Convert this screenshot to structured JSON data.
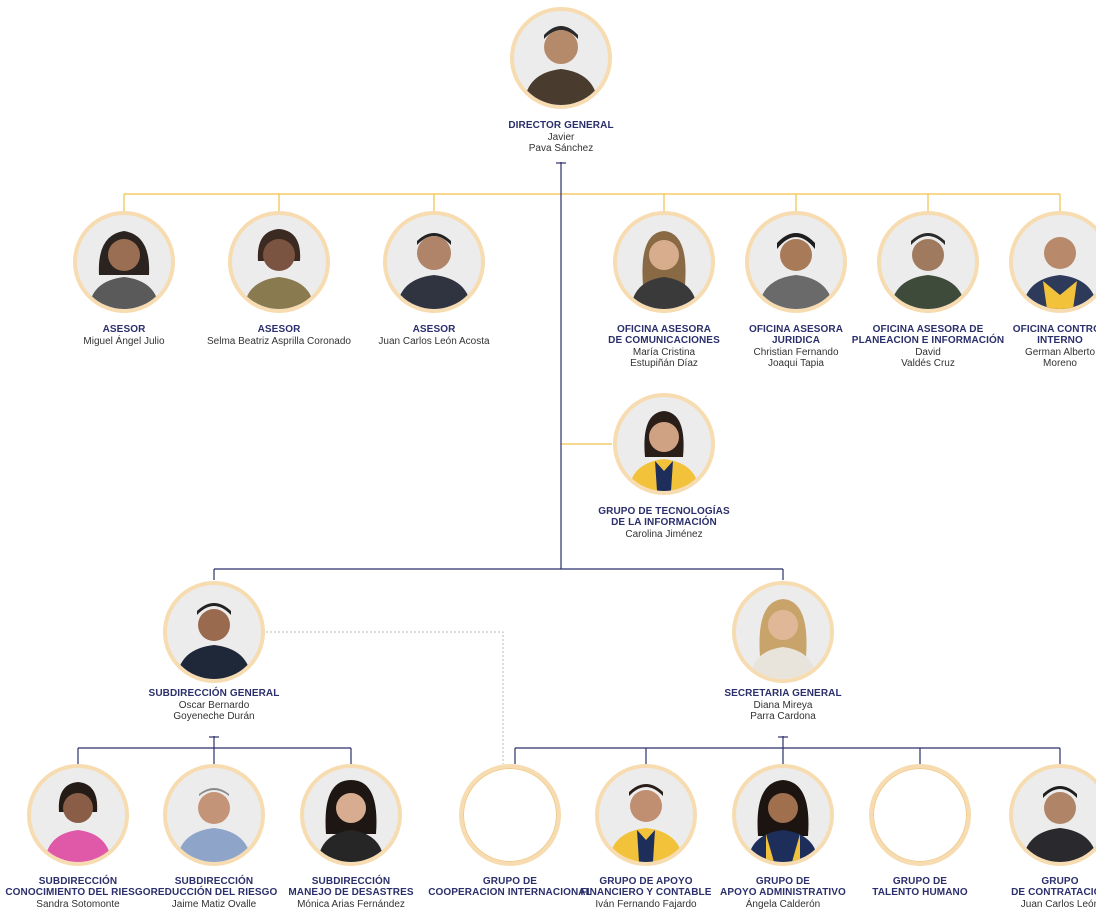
{
  "colors": {
    "accent_line": "#f0c24a",
    "main_line": "#2b2f6b",
    "photo_ring": "#f6dcb0",
    "role_text": "#2b2f6b"
  },
  "nodes": {
    "director": {
      "role": "DIRECTOR GENERAL",
      "name": "Javier\nPava Sánchez",
      "icon": "portrait-icon"
    },
    "asesor1": {
      "role": "ASESOR",
      "name": "Miguel Ángel Julio",
      "icon": "portrait-icon"
    },
    "asesor2": {
      "role": "ASESOR",
      "name": "Selma Beatriz Asprilla Coronado",
      "icon": "portrait-icon"
    },
    "asesor3": {
      "role": "ASESOR",
      "name": "Juan Carlos León Acosta",
      "icon": "portrait-icon"
    },
    "comunicaciones": {
      "role": "OFICINA ASESORA\nDE COMUNICACIONES",
      "name": "María Cristina\nEstupiñán Díaz",
      "icon": "portrait-icon"
    },
    "juridica": {
      "role": "OFICINA ASESORA\nJURIDICA",
      "name": "Christian Fernando\nJoaqui Tapia",
      "icon": "portrait-icon"
    },
    "planeacion": {
      "role": "OFICINA ASESORA DE\nPLANEACION E INFORMACIÓN",
      "name": "David\nValdés Cruz",
      "icon": "portrait-icon"
    },
    "control": {
      "role": "OFICINA CONTROL\nINTERNO",
      "name": "German Alberto\nMoreno",
      "icon": "portrait-icon"
    },
    "tecnologias": {
      "role": "GRUPO DE TECNOLOGÍAS\nDE LA INFORMACIÓN",
      "name": "Carolina Jiménez",
      "icon": "portrait-icon"
    },
    "subdireccion": {
      "role": "SUBDIRECCIÓN GENERAL",
      "name": "Oscar Bernardo\nGoyeneche Durán",
      "icon": "portrait-icon"
    },
    "secretaria": {
      "role": "SECRETARIA GENERAL",
      "name": "Diana Mireya\nParra Cardona",
      "icon": "portrait-icon"
    },
    "conocimiento": {
      "role": "SUBDIRECCIÓN\nCONOCIMIENTO DEL RIESGO",
      "name": "Sandra Sotomonte",
      "icon": "portrait-icon"
    },
    "reduccion": {
      "role": "SUBDIRECCIÓN\nREDUCCIÓN DEL RIESGO",
      "name": "Jaime Matiz Ovalle",
      "icon": "portrait-icon"
    },
    "desastres": {
      "role": "SUBDIRECCIÓN\nMANEJO DE DESASTRES",
      "name": "Mónica Arias Fernández",
      "icon": "portrait-icon"
    },
    "cooperacion": {
      "role": "GRUPO DE\nCOOPERACION INTERNACIONAL",
      "name": "",
      "icon": "empty-circle"
    },
    "financiero": {
      "role": "GRUPO DE APOYO\nFINANCIERO Y CONTABLE",
      "name": "Iván Fernando Fajardo",
      "icon": "portrait-icon"
    },
    "administrativo": {
      "role": "GRUPO DE\nAPOYO ADMINISTRATIVO",
      "name": "Ángela Calderón",
      "icon": "portrait-icon"
    },
    "talento": {
      "role": "GRUPO DE\nTALENTO HUMANO",
      "name": "",
      "icon": "empty-circle"
    },
    "contratacion": {
      "role": "GRUPO\nDE CONTRATACIÓN",
      "name": "Juan Carlos León",
      "icon": "portrait-icon"
    }
  }
}
